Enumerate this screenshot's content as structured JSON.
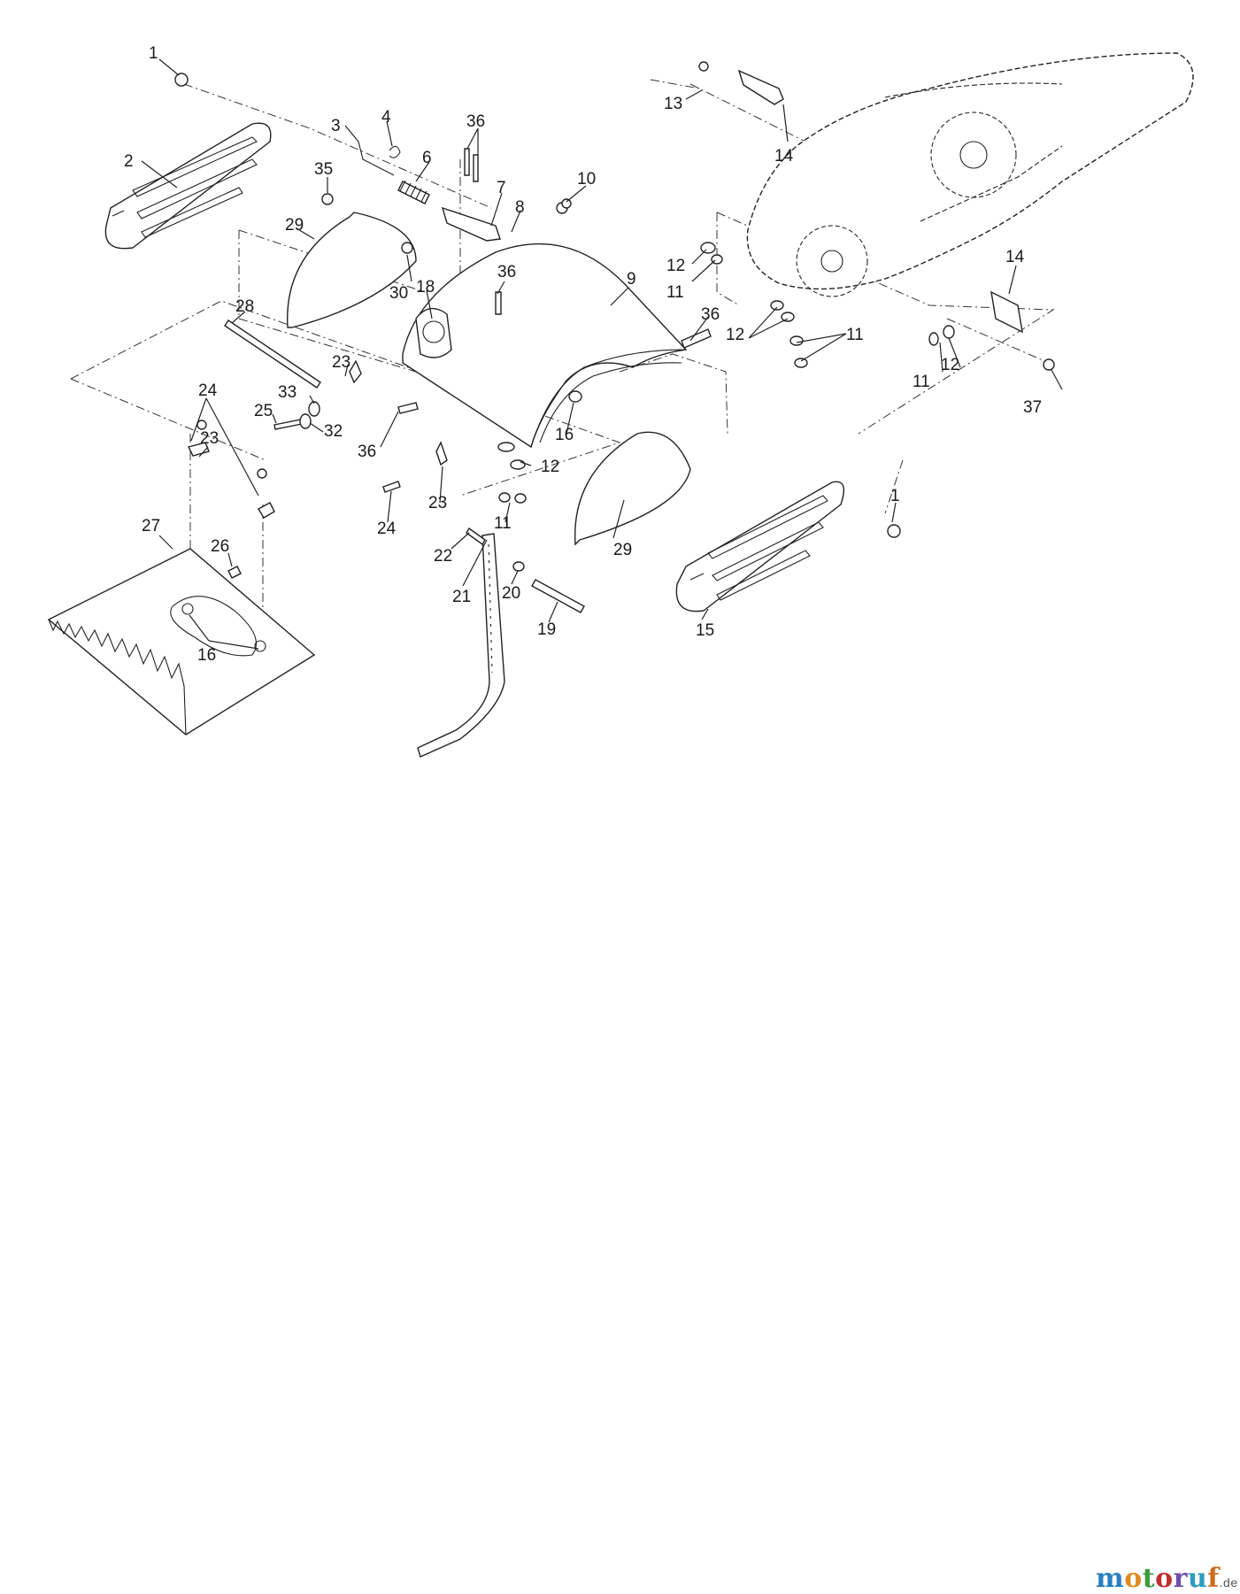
{
  "diagram": {
    "callouts": [
      {
        "id": "c1a",
        "text": "1"
      },
      {
        "id": "c2",
        "text": "2"
      },
      {
        "id": "c3",
        "text": "3"
      },
      {
        "id": "c4",
        "text": "4"
      },
      {
        "id": "c36a",
        "text": "36"
      },
      {
        "id": "c6",
        "text": "6"
      },
      {
        "id": "c35",
        "text": "35"
      },
      {
        "id": "c7",
        "text": "7"
      },
      {
        "id": "c8",
        "text": "8"
      },
      {
        "id": "c10",
        "text": "10"
      },
      {
        "id": "c13",
        "text": "13"
      },
      {
        "id": "c14a",
        "text": "14"
      },
      {
        "id": "c29a",
        "text": "29"
      },
      {
        "id": "c36b",
        "text": "36"
      },
      {
        "id": "c9",
        "text": "9"
      },
      {
        "id": "c18",
        "text": "18"
      },
      {
        "id": "c30",
        "text": "30"
      },
      {
        "id": "c12a",
        "text": "12"
      },
      {
        "id": "c11a",
        "text": "11"
      },
      {
        "id": "c14b",
        "text": "14"
      },
      {
        "id": "c28",
        "text": "28"
      },
      {
        "id": "c36c",
        "text": "36"
      },
      {
        "id": "c12b",
        "text": "12"
      },
      {
        "id": "c11b",
        "text": "11"
      },
      {
        "id": "c23a",
        "text": "23"
      },
      {
        "id": "c11c",
        "text": "11"
      },
      {
        "id": "c12c",
        "text": "12"
      },
      {
        "id": "c37",
        "text": "37"
      },
      {
        "id": "c24a",
        "text": "24"
      },
      {
        "id": "c33",
        "text": "33"
      },
      {
        "id": "c25",
        "text": "25"
      },
      {
        "id": "c32",
        "text": "32"
      },
      {
        "id": "c23b",
        "text": "23"
      },
      {
        "id": "c36d",
        "text": "36"
      },
      {
        "id": "c16a",
        "text": "16"
      },
      {
        "id": "c12d",
        "text": "12"
      },
      {
        "id": "c1b",
        "text": "1"
      },
      {
        "id": "c23c",
        "text": "23"
      },
      {
        "id": "c11d",
        "text": "11"
      },
      {
        "id": "c24b",
        "text": "24"
      },
      {
        "id": "c27",
        "text": "27"
      },
      {
        "id": "c26",
        "text": "26"
      },
      {
        "id": "c22",
        "text": "22"
      },
      {
        "id": "c29b",
        "text": "29"
      },
      {
        "id": "c21",
        "text": "21"
      },
      {
        "id": "c20",
        "text": "20"
      },
      {
        "id": "c16b",
        "text": "16"
      },
      {
        "id": "c19",
        "text": "19"
      },
      {
        "id": "c15",
        "text": "15"
      }
    ]
  },
  "watermark": {
    "letters": [
      "m",
      "o",
      "t",
      "o",
      "r",
      "u",
      "f"
    ],
    "colors": [
      "#2a7fc1",
      "#e08a1e",
      "#3a9c3a",
      "#c03030",
      "#6a4fb0",
      "#2a9cc1",
      "#d06a1e"
    ],
    "suffix": ".de"
  }
}
